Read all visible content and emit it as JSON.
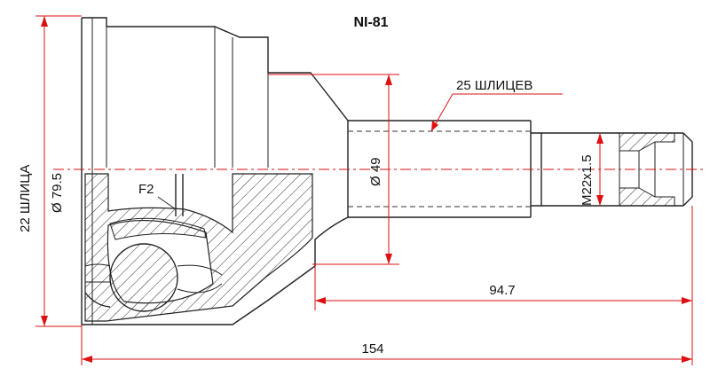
{
  "title": "NI-81",
  "labels": {
    "outer_splines": "25 ШЛИЦЕВ",
    "inner_splines": "22 ШЛИЦА",
    "outer_diameter": "Ø 79.5",
    "shaft_diameter": "Ø 49",
    "thread": "M22x1.5",
    "flange": "F2",
    "stem_length": "94.7",
    "total_length": "154"
  },
  "colors": {
    "outline": "#222222",
    "dimension": "#dd1111",
    "hatch": "#333333"
  }
}
